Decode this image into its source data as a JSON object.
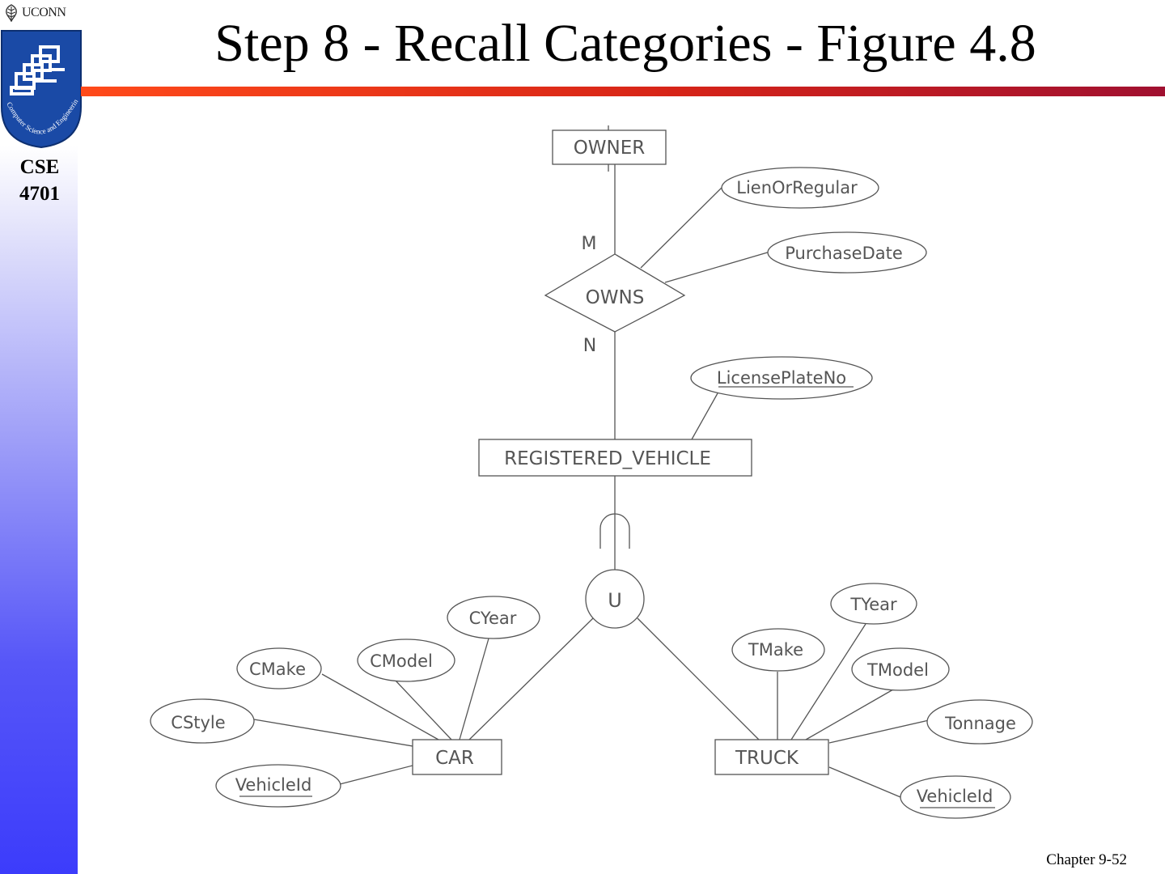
{
  "sidebar": {
    "university_logo_text": "UCONN",
    "course_label_line1": "CSE",
    "course_label_line2": "4701",
    "shield_text": "Computer Science and Engineering"
  },
  "slide": {
    "title": "Step 8 - Recall Categories - Figure 4.8",
    "footer": "Chapter 9-52"
  },
  "diagram": {
    "entities": {
      "owner": "OWNER",
      "registered_vehicle": "REGISTERED_VEHICLE",
      "car": "CAR",
      "truck": "TRUCK"
    },
    "relationship": "OWNS",
    "cardinality": {
      "owner_side": "M",
      "vehicle_side": "N"
    },
    "union_symbol": "U",
    "attributes": {
      "lien_or_regular": "LienOrRegular",
      "purchase_date": "PurchaseDate",
      "license_plate_no": "LicensePlateNo",
      "cyear": "CYear",
      "cmodel": "CModel",
      "cmake": "CMake",
      "cstyle": "CStyle",
      "car_vehicle_id": "VehicleId",
      "tyear": "TYear",
      "tmake": "TMake",
      "tmodel": "TModel",
      "tonnage": "Tonnage",
      "truck_vehicle_id": "VehicleId"
    }
  }
}
